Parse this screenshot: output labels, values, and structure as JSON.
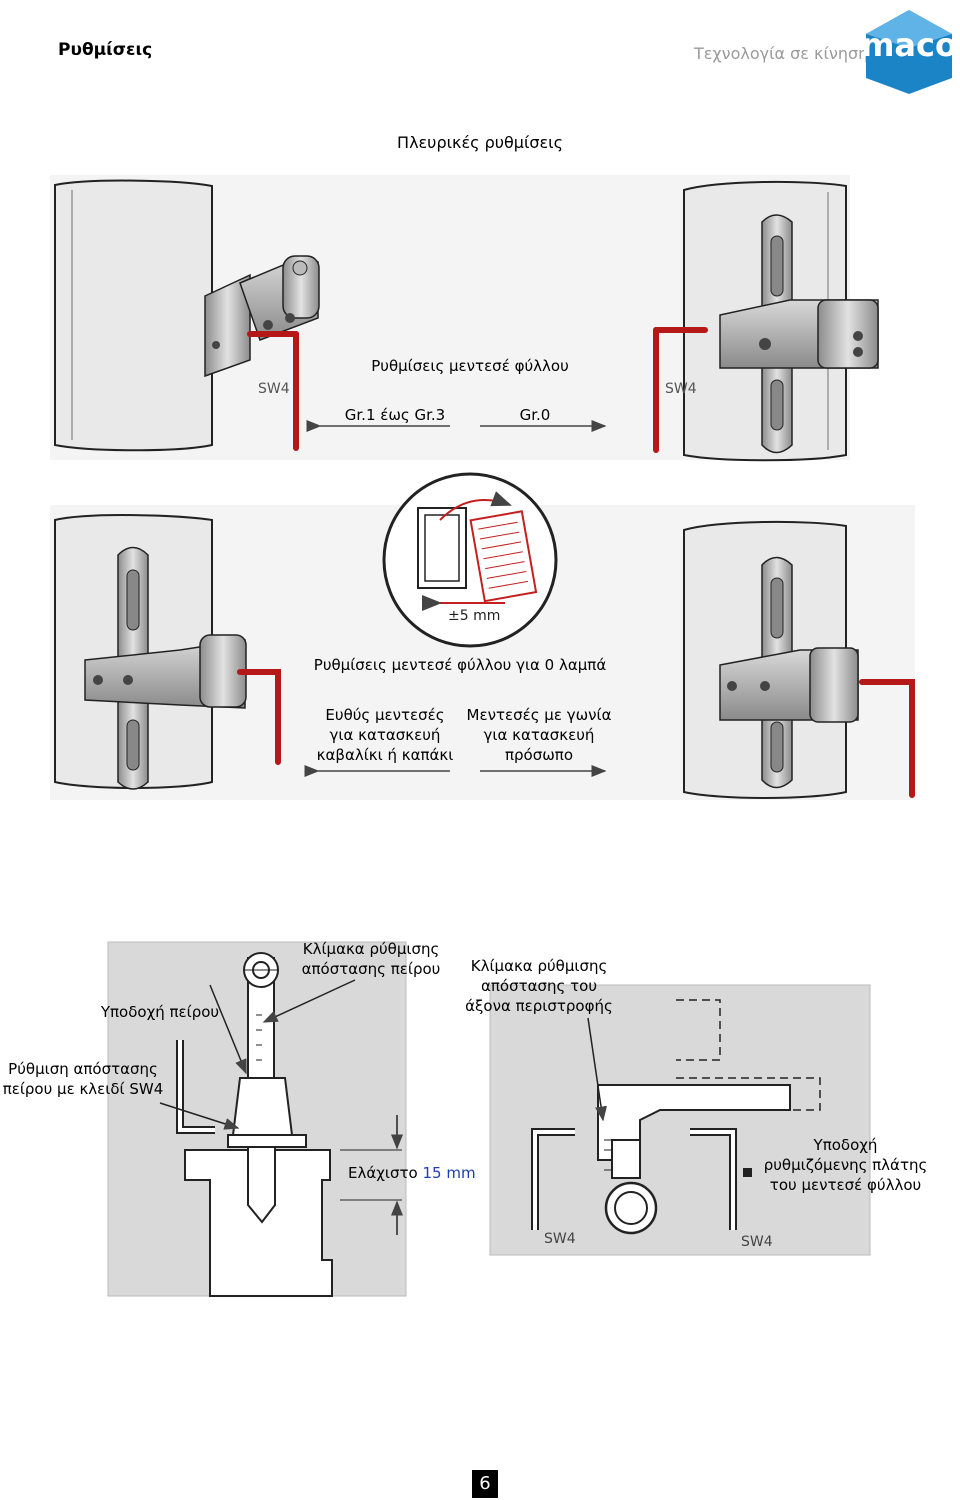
{
  "header": {
    "section": "Ρυθμίσεις",
    "tagline": "Τεχνολογία σε κίνηση",
    "logo_text": "maco",
    "brand_color": "#1a84c7"
  },
  "top": {
    "title": "Πλευρικές ρυθμίσεις",
    "caption": "Ρυθμίσεις μεντεσέ φύλλου",
    "left_group": "Gr.1 έως Gr.3",
    "right_group": "Gr.0",
    "sw_left": "SW4",
    "sw_right": "SW4"
  },
  "middle": {
    "tolerance": "±5 mm",
    "caption": "Ρυθμίσεις μεντεσέ φύλλου για 0 λαμπά",
    "left_lines": [
      "Ευθύς μεντεσές",
      "για κατασκευή",
      "καβαλίκι ή καπάκι"
    ],
    "right_lines": [
      "Μεντεσές με γωνία",
      "για κατασκευή",
      "πρόσωπο"
    ]
  },
  "bottom": {
    "scale_pin_lines": [
      "Κλίμακα ρύθμισης",
      "απόστασης πείρου"
    ],
    "scale_axis_lines": [
      "Κλίμακα ρύθμισης",
      "απόστασης του",
      "άξονα περιστροφής"
    ],
    "pin_holder": "Υποδοχή πείρου",
    "pin_adjust_lines": [
      "Ρύθμιση απόστασης",
      "πείρου με κλειδί SW4"
    ],
    "minimum_label": "Ελάχιστο",
    "minimum_value": "15 mm",
    "plate_holder_lines": [
      "Υποδοχή",
      "ρυθμιζόμενης πλάτης",
      "του μεντεσέ φύλλου"
    ],
    "sw_left": "SW4",
    "sw_right": "SW4"
  },
  "page_number": "6",
  "colors": {
    "wrench": "#b41818",
    "tagline": "#9a9a9a",
    "value_blue": "#1a3fb0"
  }
}
